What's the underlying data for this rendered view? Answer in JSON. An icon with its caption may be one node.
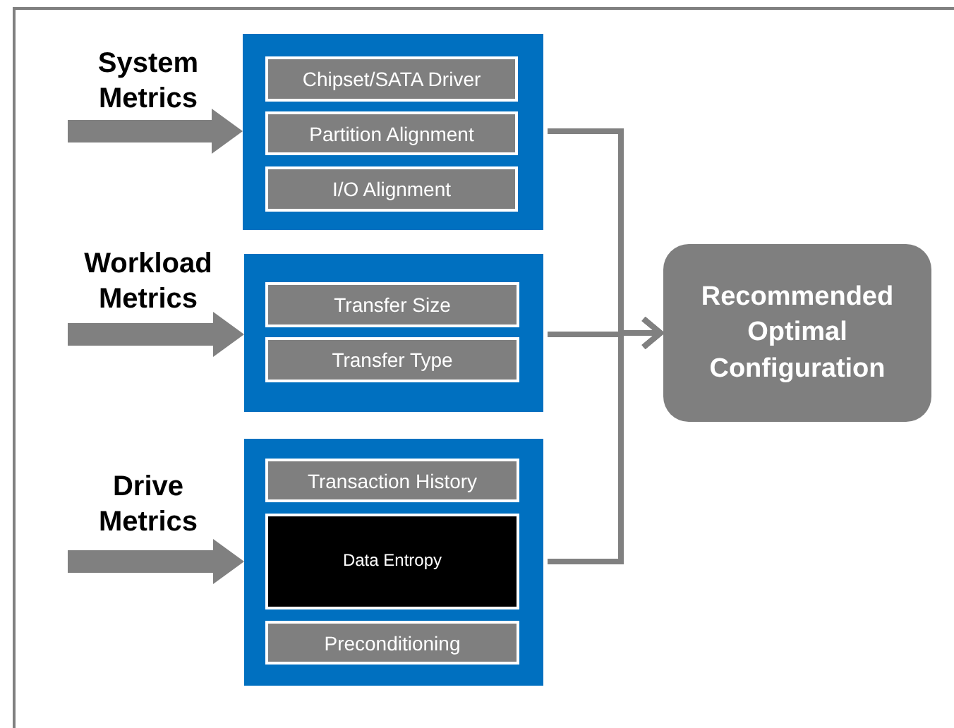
{
  "diagram": {
    "nodes": [
      {
        "text": [],
        "shape": "box"
      },
      {
        "text": [
          "Chipset/SATA Driver"
        ],
        "in": 0
      },
      {
        "text": [
          "Partition Alignment"
        ],
        "in": 0
      },
      {
        "text": [
          "I/O Alignment"
        ],
        "in": 0
      },
      {
        "text": [],
        "shape": "box"
      },
      {
        "text": [
          "Transfer Size"
        ],
        "in": 4
      },
      {
        "text": [
          "Transfer Type"
        ],
        "in": 4
      },
      {
        "text": [],
        "shape": "box"
      },
      {
        "text": [
          "Transaction History"
        ],
        "in": 7
      },
      {
        "text": [
          "Data Entropy"
        ],
        "in": 7
      },
      {
        "text": [
          "Preconditioning"
        ],
        "in": 7
      },
      {
        "text": [
          "Recommended Optimal Configuration"
        ]
      }
    ],
    "edges": [
      {
        "from": null,
        "to": 0,
        "arrow": "to",
        "style": "thick"
      },
      {
        "from": null,
        "to": 4,
        "arrow": "to",
        "style": "thick"
      },
      {
        "from": null,
        "to": 7,
        "arrow": "to",
        "style": "thick"
      },
      {
        "from": 0,
        "to": 11,
        "arrow": "to"
      },
      {
        "from": 4,
        "to": 11,
        "arrow": "to"
      },
      {
        "from": 7,
        "to": 11,
        "arrow": "to"
      }
    ],
    "labels": [
      "System Metrics",
      "Workload Metrics",
      "Drive Metrics"
    ]
  }
}
